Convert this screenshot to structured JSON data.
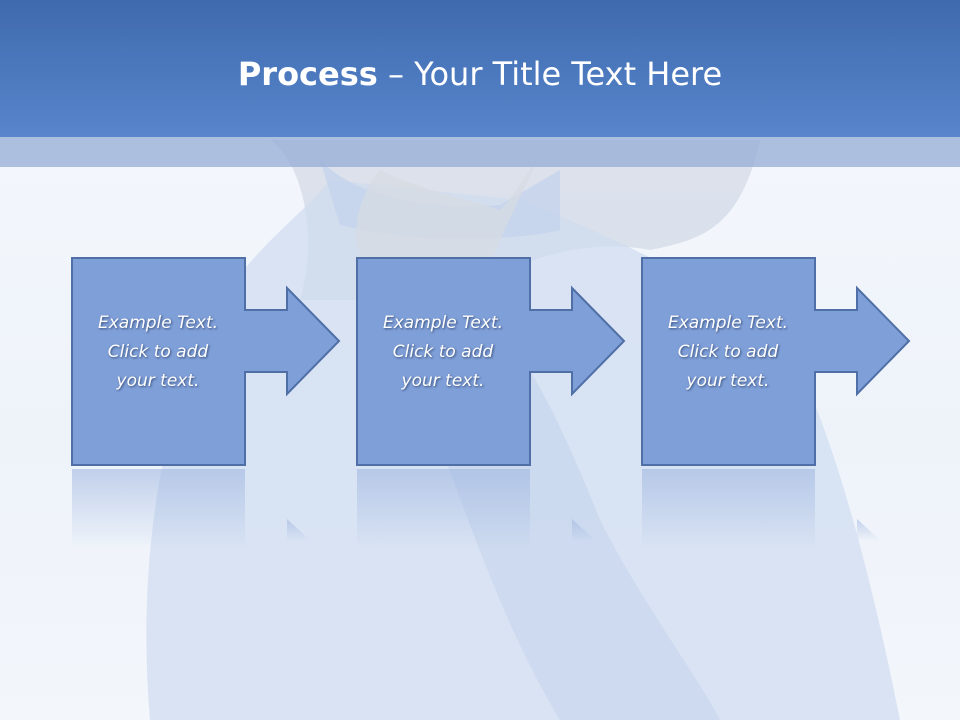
{
  "slide": {
    "title_bold": "Process",
    "title_rest": " – Your Title Text Here"
  },
  "steps": [
    {
      "lines": [
        "Example Text.",
        "Click  to add",
        "your text."
      ]
    },
    {
      "lines": [
        "Example Text.",
        "Click  to add",
        "your text."
      ]
    },
    {
      "lines": [
        "Example Text.",
        "Click  to add",
        "your text."
      ]
    }
  ],
  "colors": {
    "title_bar": "#4b78bd",
    "step_fill": "#7f9fd8",
    "step_stroke": "#4f6fa6",
    "label_text": "#ffffff"
  }
}
